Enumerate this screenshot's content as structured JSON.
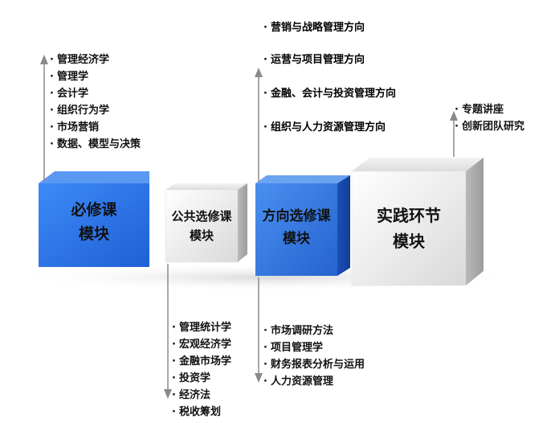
{
  "modules": [
    {
      "line1": "必修课",
      "line2": "模块"
    },
    {
      "line1": "公共选修课",
      "line2": "模块"
    },
    {
      "line1": "方向选修课",
      "line2": "模块"
    },
    {
      "line1": "实践环节",
      "line2": "模块"
    }
  ],
  "required_courses": [
    "管理经济学",
    "管理学",
    "会计学",
    "组织行为学",
    "市场营销",
    "数据、模型与决策"
  ],
  "public_elective_courses": [
    "管理统计学",
    "宏观经济学",
    "金融市场学",
    "投资学",
    "经济法",
    "税收筹划"
  ],
  "direction_tracks": [
    "营销与战略管理方向",
    "运营与项目管理方向",
    "金融、会计与投资管理方向",
    "组织与人力资源管理方向"
  ],
  "direction_courses": [
    "市场调研方法",
    "项目管理学",
    "财务报表分析与运用",
    "人力资源管理"
  ],
  "practice_items": [
    "专题讲座",
    "创新团队研究"
  ],
  "colors": {
    "blue_front": "#2f7cf0",
    "blue_dark": "#1f52c4",
    "gray_front": "#e8e8e8",
    "arrow": "#8a8a8a"
  }
}
